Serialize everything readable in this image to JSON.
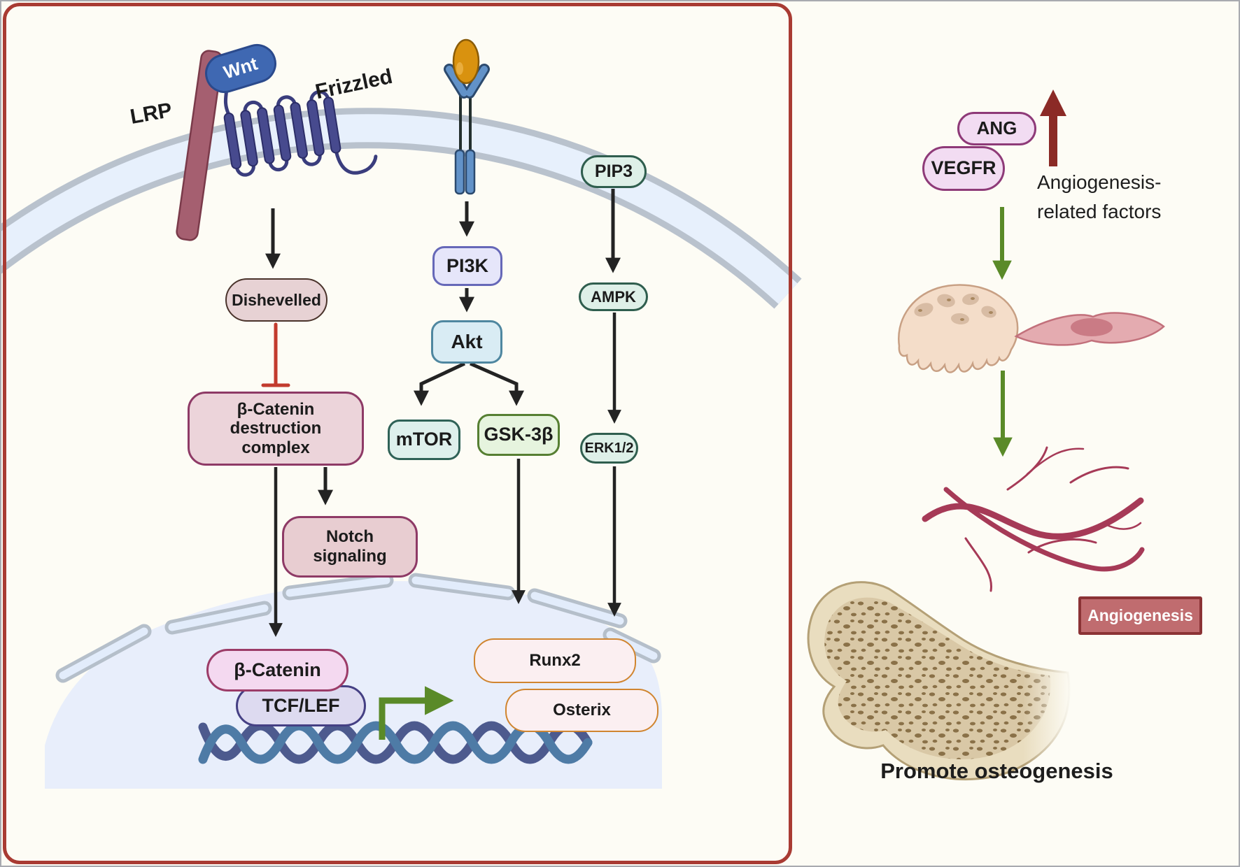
{
  "colors": {
    "panel_border": "#a93b33",
    "membrane_edge": "#b9c2cd",
    "membrane_fill": "#e7f0fc",
    "nucleus_fill": "#e8eefb",
    "arrow_black": "#232323",
    "arrow_green": "#5a8a28",
    "arrow_dark_red": "#8b2a26",
    "inhibit_red": "#c23b2e",
    "dna_blue": "#4e7ba6",
    "dna_indigo": "#4d5a8e",
    "vessel_red": "#a63a57",
    "angiogenesis_badge_fill": "#c06c6f",
    "angiogenesis_badge_border": "#8b3335"
  },
  "left_panel": {
    "receptors": {
      "wnt": "Wnt",
      "lrp": "LRP",
      "frizzled": "Frizzled"
    },
    "nodes": {
      "dishevelled": "Dishevelled",
      "destruction_complex": "β-Catenin destruction complex",
      "notch": "Notch signaling",
      "b_catenin": "β-Catenin",
      "tcf_lef": "TCF/LEF",
      "pi3k": "PI3K",
      "akt": "Akt",
      "mtor": "mTOR",
      "gsk3b": "GSK-3β",
      "pip3": "PIP3",
      "ampk": "AMPK",
      "erk12": "ERK1/2",
      "runx2": "Runx2",
      "osterix": "Osterix"
    }
  },
  "right_panel": {
    "ang": "ANG",
    "vegfr": "VEGFR",
    "factors_caption": "Angiogenesis-\nrelated factors",
    "angiogenesis_badge": "Angiogenesis",
    "promote_caption": "Promote osteogenesis"
  }
}
